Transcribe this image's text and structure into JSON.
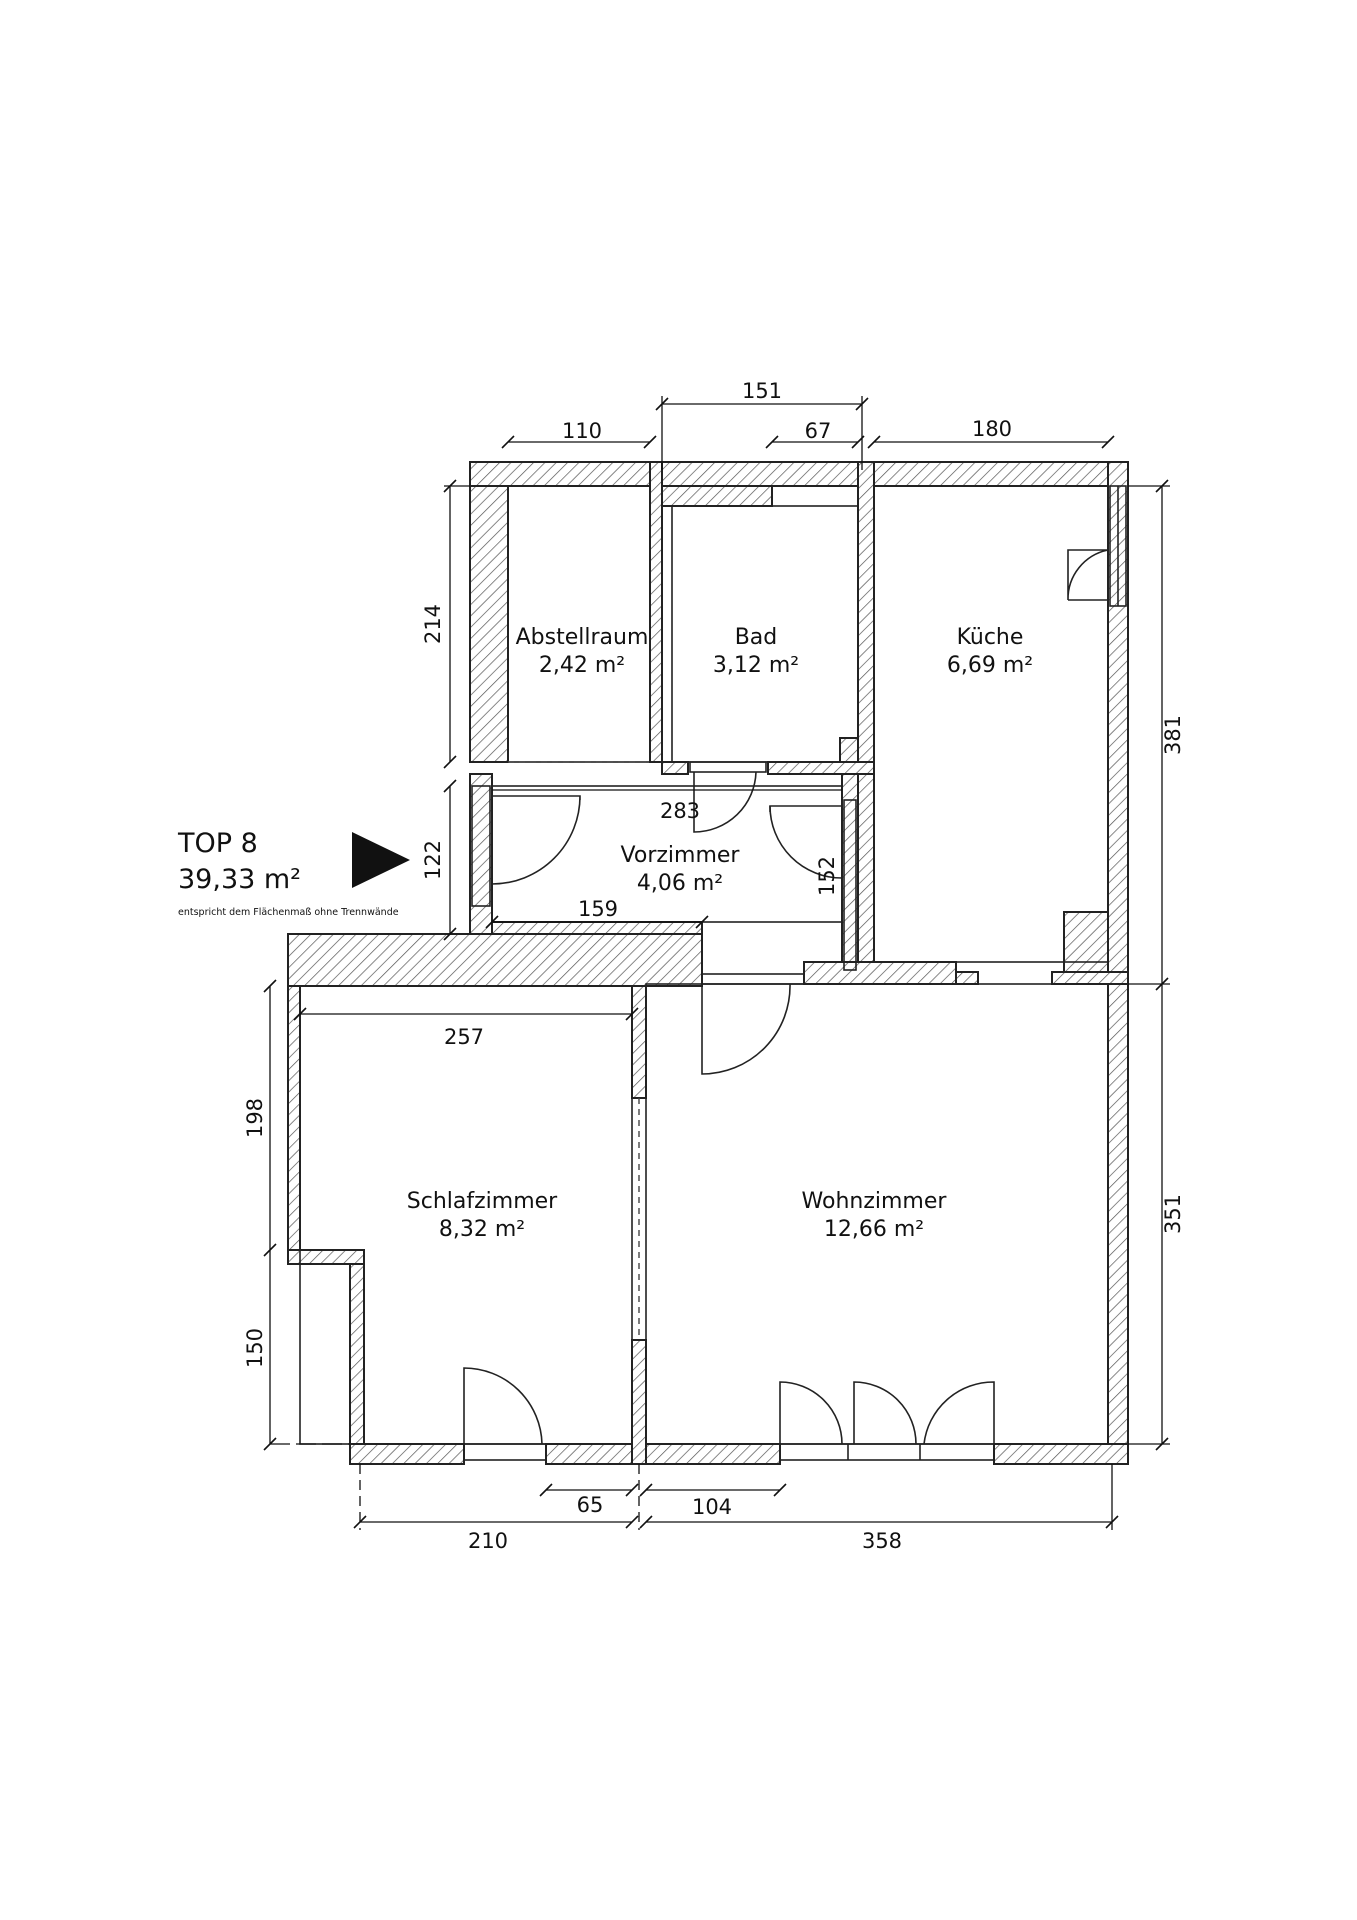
{
  "apartment": {
    "title": "TOP 8",
    "area": "39,33 m²",
    "note": "entspricht dem Flächenmaß ohne Trennwände"
  },
  "rooms": {
    "abstellraum": {
      "name": "Abstellraum",
      "area": "2,42 m²"
    },
    "bad": {
      "name": "Bad",
      "area": "3,12 m²"
    },
    "kueche": {
      "name": "Küche",
      "area": "6,69 m²"
    },
    "vorzimmer": {
      "name": "Vorzimmer",
      "area": "4,06 m²"
    },
    "schlafzimmer": {
      "name": "Schlafzimmer",
      "area": "8,32 m²"
    },
    "wohnzimmer": {
      "name": "Wohnzimmer",
      "area": "12,66 m²"
    }
  },
  "dimensions": {
    "top_151": "151",
    "top_110": "110",
    "top_67": "67",
    "top_180": "180",
    "left_214": "214",
    "left_122": "122",
    "left_198": "198",
    "left_150": "150",
    "right_381": "381",
    "right_351": "351",
    "inner_283": "283",
    "inner_159": "159",
    "inner_152": "152",
    "inner_257": "257",
    "bottom_65": "65",
    "bottom_104": "104",
    "bottom_210": "210",
    "bottom_358": "358"
  },
  "colors": {
    "wall_stroke": "#222222",
    "hatch": "#555555",
    "background": "#ffffff"
  }
}
